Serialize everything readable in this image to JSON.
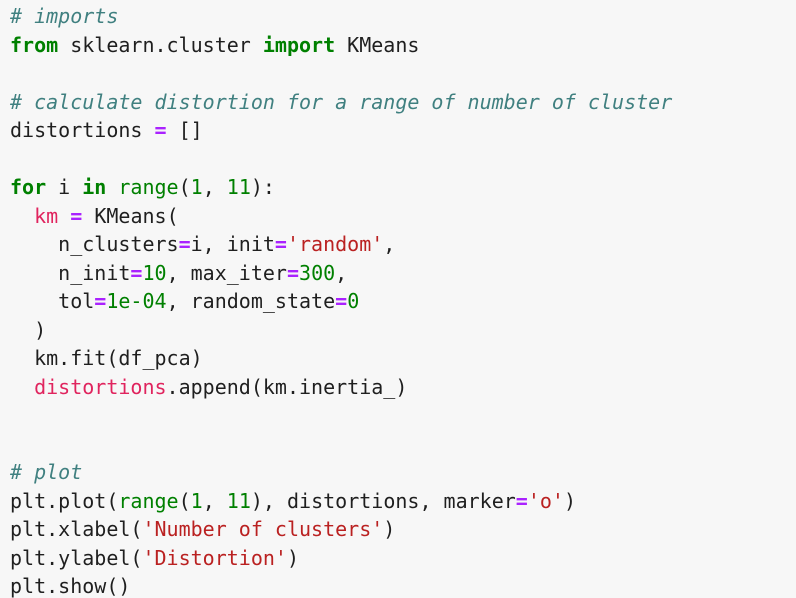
{
  "code_lines": [
    [
      {
        "t": "comment",
        "v": "# imports"
      }
    ],
    [
      {
        "t": "keyword",
        "v": "from"
      },
      {
        "t": "plain",
        "v": " sklearn.cluster "
      },
      {
        "t": "keyword",
        "v": "import"
      },
      {
        "t": "plain",
        "v": " KMeans"
      }
    ],
    [],
    [
      {
        "t": "comment",
        "v": "# calculate distortion for a range of number of cluster"
      }
    ],
    [
      {
        "t": "plain",
        "v": "distortions "
      },
      {
        "t": "operator",
        "v": "="
      },
      {
        "t": "plain",
        "v": " []"
      }
    ],
    [],
    [
      {
        "t": "keyword",
        "v": "for"
      },
      {
        "t": "plain",
        "v": " i "
      },
      {
        "t": "keyword",
        "v": "in"
      },
      {
        "t": "plain",
        "v": " "
      },
      {
        "t": "builtin",
        "v": "range"
      },
      {
        "t": "plain",
        "v": "("
      },
      {
        "t": "number",
        "v": "1"
      },
      {
        "t": "plain",
        "v": ", "
      },
      {
        "t": "number",
        "v": "11"
      },
      {
        "t": "plain",
        "v": "):"
      }
    ],
    [
      {
        "t": "plain",
        "v": "  "
      },
      {
        "t": "var",
        "v": "km"
      },
      {
        "t": "plain",
        "v": " "
      },
      {
        "t": "operator",
        "v": "="
      },
      {
        "t": "plain",
        "v": " KMeans("
      }
    ],
    [
      {
        "t": "plain",
        "v": "    n_clusters"
      },
      {
        "t": "operator",
        "v": "="
      },
      {
        "t": "plain",
        "v": "i, init"
      },
      {
        "t": "operator",
        "v": "="
      },
      {
        "t": "string",
        "v": "'random'"
      },
      {
        "t": "plain",
        "v": ","
      }
    ],
    [
      {
        "t": "plain",
        "v": "    n_init"
      },
      {
        "t": "operator",
        "v": "="
      },
      {
        "t": "number",
        "v": "10"
      },
      {
        "t": "plain",
        "v": ", max_iter"
      },
      {
        "t": "operator",
        "v": "="
      },
      {
        "t": "number",
        "v": "300"
      },
      {
        "t": "plain",
        "v": ","
      }
    ],
    [
      {
        "t": "plain",
        "v": "    tol"
      },
      {
        "t": "operator",
        "v": "="
      },
      {
        "t": "number",
        "v": "1e-04"
      },
      {
        "t": "plain",
        "v": ", random_state"
      },
      {
        "t": "operator",
        "v": "="
      },
      {
        "t": "number",
        "v": "0"
      }
    ],
    [
      {
        "t": "plain",
        "v": "  )"
      }
    ],
    [
      {
        "t": "plain",
        "v": "  km.fit(df_pca)"
      }
    ],
    [
      {
        "t": "plain",
        "v": "  "
      },
      {
        "t": "var",
        "v": "distortions"
      },
      {
        "t": "plain",
        "v": ".append(km.inertia_)"
      }
    ],
    [],
    [],
    [
      {
        "t": "comment",
        "v": "# plot"
      }
    ],
    [
      {
        "t": "plain",
        "v": "plt.plot("
      },
      {
        "t": "builtin",
        "v": "range"
      },
      {
        "t": "plain",
        "v": "("
      },
      {
        "t": "number",
        "v": "1"
      },
      {
        "t": "plain",
        "v": ", "
      },
      {
        "t": "number",
        "v": "11"
      },
      {
        "t": "plain",
        "v": "), distortions, marker"
      },
      {
        "t": "operator",
        "v": "="
      },
      {
        "t": "string",
        "v": "'o'"
      },
      {
        "t": "plain",
        "v": ")"
      }
    ],
    [
      {
        "t": "plain",
        "v": "plt.xlabel("
      },
      {
        "t": "string",
        "v": "'Number of clusters'"
      },
      {
        "t": "plain",
        "v": ")"
      }
    ],
    [
      {
        "t": "plain",
        "v": "plt.ylabel("
      },
      {
        "t": "string",
        "v": "'Distortion'"
      },
      {
        "t": "plain",
        "v": ")"
      }
    ],
    [
      {
        "t": "plain",
        "v": "plt.show()"
      }
    ]
  ],
  "colors": {
    "background": "#f7f7f7",
    "comment": "#408080",
    "keyword": "#008000",
    "operator": "#aa22ff",
    "string": "#ba2121",
    "number": "#008000",
    "variable": "#e0245e",
    "text": "#1f1f1f"
  }
}
